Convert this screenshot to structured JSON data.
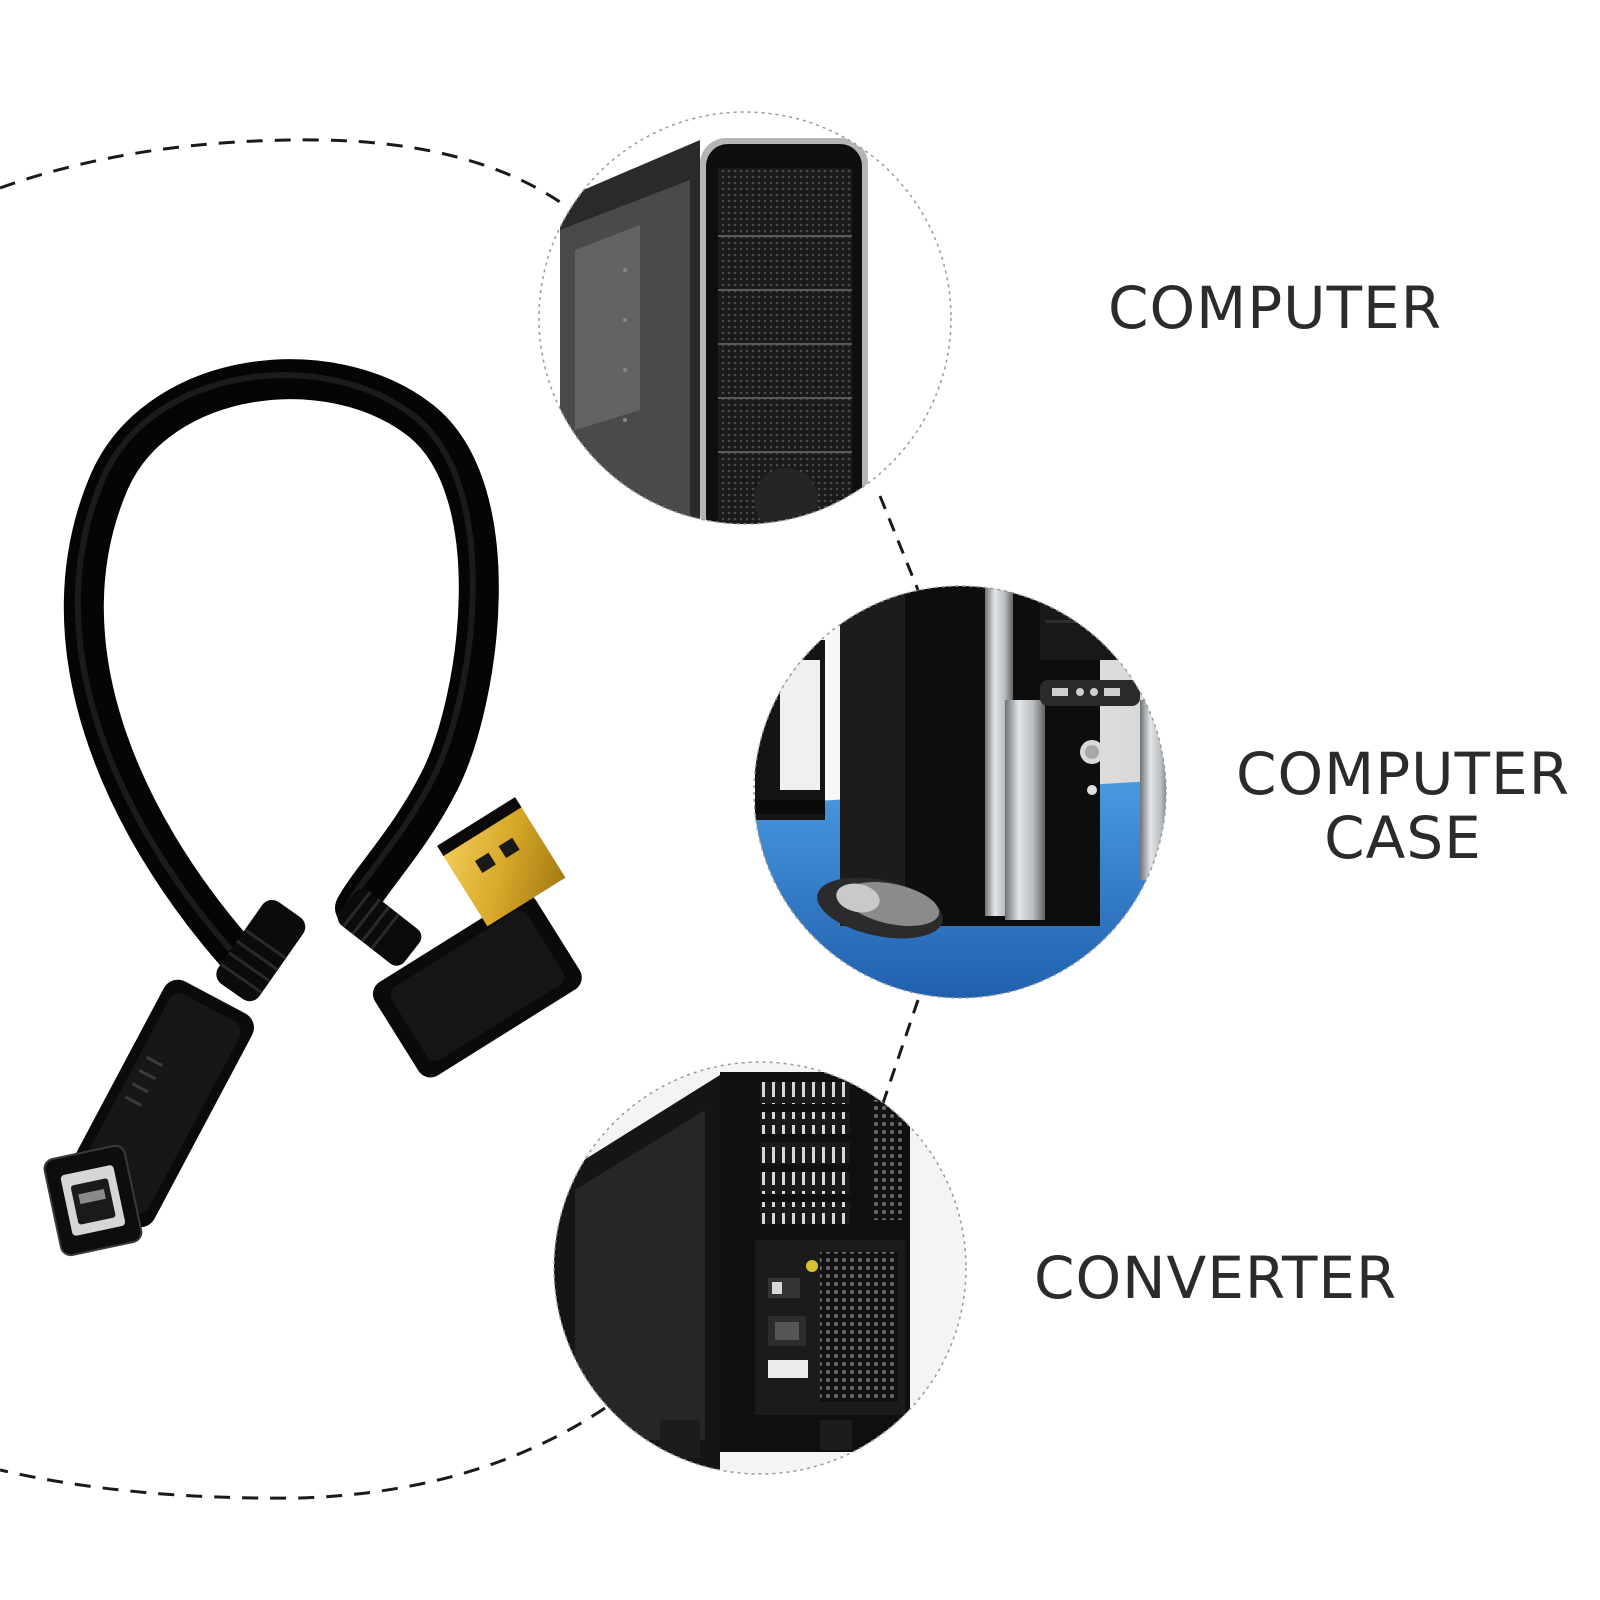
{
  "labels": {
    "computer": "COMPUTER",
    "computer_case_line1": "COMPUTER",
    "computer_case_line2": "CASE",
    "converter": "CONVERTER"
  },
  "icons": {
    "cable": "displayport-right-angle-extension-cable",
    "computer": "computer-tower-front-photo",
    "computer_case": "computer-case-with-mouse-photo",
    "converter": "computer-rear-power-supply-photo"
  },
  "colors": {
    "background": "#ffffff",
    "text": "#2b2b2b",
    "cable": "#0d0d0d",
    "gold_plug": "#d9a92a",
    "desk_blue": "#2e7fd0"
  }
}
